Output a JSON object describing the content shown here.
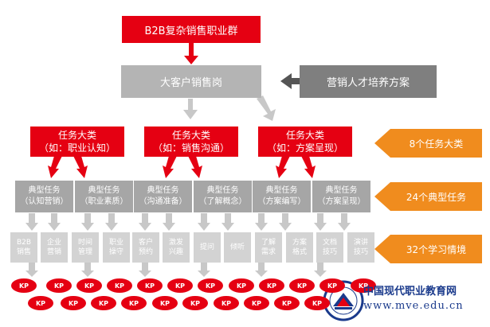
{
  "top_title": "B2B复杂销售职业群",
  "position": "大客户销售岗",
  "plan": "营销人才培养方案",
  "categories": [
    {
      "line1": "任务大类",
      "line2": "（如：职业认知）"
    },
    {
      "line1": "任务大类",
      "line2": "（如：销售沟通）"
    },
    {
      "line1": "任务大类",
      "line2": "（如：方案呈现）"
    }
  ],
  "tasks": [
    {
      "line1": "典型任务",
      "line2": "（认知营销）"
    },
    {
      "line1": "典型任务",
      "line2": "（职业素质）"
    },
    {
      "line1": "典型任务",
      "line2": "（沟通准备）"
    },
    {
      "line1": "典型任务",
      "line2": "（了解概念）"
    },
    {
      "line1": "典型任务",
      "line2": "（方案编写）"
    },
    {
      "line1": "典型任务",
      "line2": "（方案呈现）"
    }
  ],
  "situations": [
    {
      "line1": "B2B",
      "line2": "销售"
    },
    {
      "line1": "企业",
      "line2": "营销"
    },
    {
      "line1": "时间",
      "line2": "管理"
    },
    {
      "line1": "职业",
      "line2": "操守"
    },
    {
      "line1": "客户",
      "line2": "预约"
    },
    {
      "line1": "激发",
      "line2": "兴趣"
    },
    {
      "line1": "提问",
      "line2": ""
    },
    {
      "line1": "倾听",
      "line2": ""
    },
    {
      "line1": "了解",
      "line2": "需求"
    },
    {
      "line1": "方案",
      "line2": "格式"
    },
    {
      "line1": "文档",
      "line2": "技巧"
    },
    {
      "line1": "演讲",
      "line2": "技巧"
    }
  ],
  "kp_label": "KP",
  "right_labels": {
    "categories": "8个任务大类",
    "tasks": "24个典型任务",
    "situations": "32个学习情境"
  },
  "watermark": {
    "line1": "中国现代职业教育网",
    "line2": "www.mve.edu.cn"
  },
  "colors": {
    "red": "#e50012",
    "gray": "#b4b4b4",
    "dark_gray": "#7f7f7f",
    "light_gray": "#d3d3d3",
    "orange": "#f08c1e"
  }
}
